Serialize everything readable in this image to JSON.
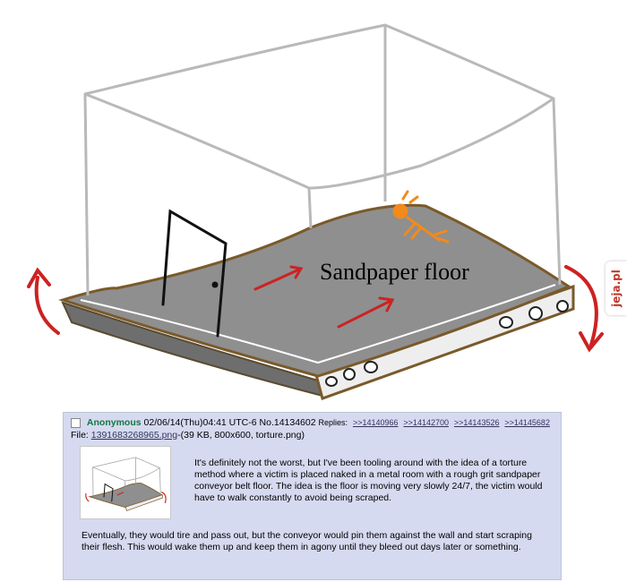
{
  "drawing": {
    "label": "Sandpaper floor"
  },
  "watermark": {
    "text": "jeja.pl"
  },
  "post": {
    "name": "Anonymous",
    "datetime": "02/06/14(Thu)04:41 UTC-6",
    "number": "No.14134602",
    "replies_label": "Replies:",
    "replies": [
      ">>14140966",
      ">>14142700",
      ">>14143526",
      ">>14145682"
    ],
    "file_prefix": "File:",
    "file_name": "1391683268965.png",
    "file_info": "-(39 KB, 800x600, torture.png)",
    "comment_p1": "It's definitely not the worst, but I've been tooling around with the idea of a torture method where a victim is placed naked in a metal room with a rough grit sandpaper conveyor belt floor. The idea is the floor is moving very slowly 24/7, the victim would have to walk constantly to avoid being scraped.",
    "comment_p2": "Eventually, they would tire and pass out, but the conveyor would pin them against the wall and start scraping their flesh. This would wake them up and keep them in agony until they bleed out days later or something."
  },
  "colors": {
    "post_bg": "#d6daf0",
    "name": "#117743",
    "link": "#34345c",
    "arrow": "#cc2222",
    "person": "#f28a1c"
  }
}
